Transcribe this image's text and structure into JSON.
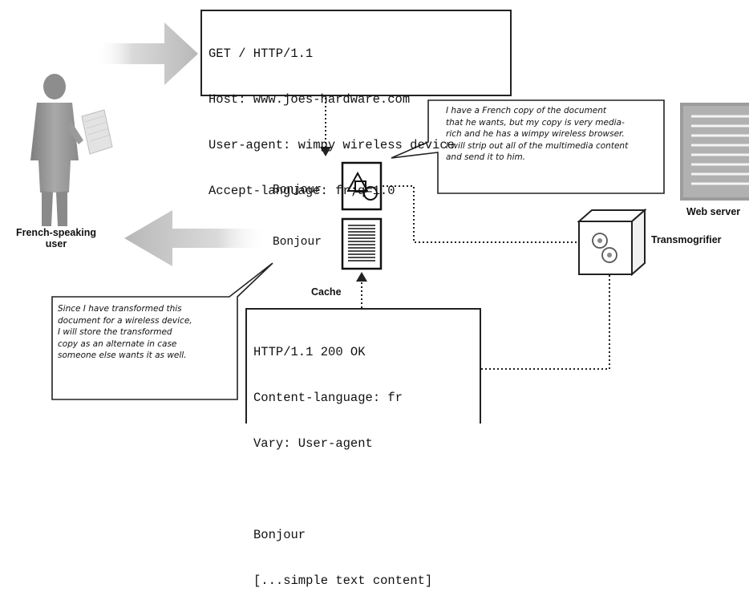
{
  "request": {
    "lines": [
      "GET / HTTP/1.1",
      "Host: www.joes-hardware.com",
      "User-agent: wimpy wireless device",
      "Accept-language: fr;q=1.0"
    ]
  },
  "response": {
    "lines": [
      "HTTP/1.1 200 OK",
      "Content-language: fr",
      "Vary: User-agent",
      "",
      "Bonjour",
      "[...simple text content]"
    ]
  },
  "labels": {
    "user": [
      "French-speaking",
      "user"
    ],
    "cache": "Cache",
    "transmogrifier": "Transmogrifier",
    "web_server": "Web server",
    "doc_rich": "Bonjour",
    "doc_simple": "Bonjour"
  },
  "notes": {
    "transmogrifier": [
      "I have a French copy of the document",
      "that he wants, but my copy is very media-",
      "rich and he has a wimpy wireless browser.",
      "I will strip out all of the multimedia content",
      "and send it to him."
    ],
    "cache": [
      "Since I have transformed this",
      "document for a wireless device,",
      "I will store the transformed",
      "copy as an alternate in case",
      "someone else wants it as well."
    ]
  },
  "icons": {
    "user": "person-icon",
    "server": "server-icon",
    "transmogrifier": "cube-gears-icon",
    "rich_doc": "shapes-document-icon",
    "text_doc": "text-document-icon"
  },
  "colors": {
    "arrow_gray": "#c9c9c9",
    "line": "#222222"
  }
}
